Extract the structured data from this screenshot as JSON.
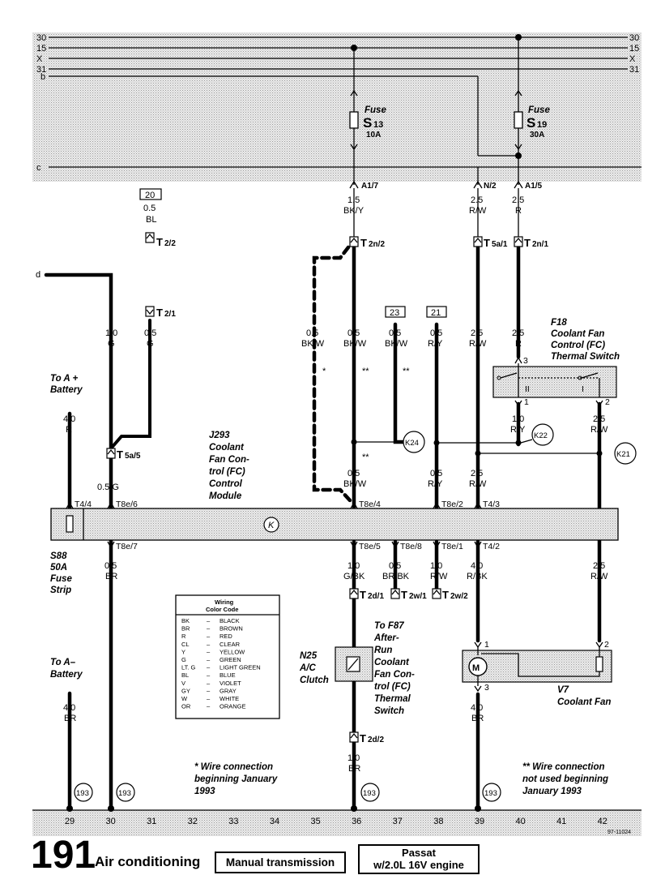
{
  "page": {
    "number": "191",
    "title": "Air conditioning",
    "box1": "Manual transmission",
    "box2_line1": "Passat",
    "box2_line2": "w/2.0L 16V engine",
    "doc_code": "97-11024"
  },
  "bus": {
    "left": [
      "30",
      "15",
      "X",
      "31",
      "b",
      "c"
    ],
    "right": [
      "30",
      "15",
      "X",
      "31"
    ]
  },
  "fuses": {
    "s13": {
      "word": "Fuse",
      "name": "S",
      "sub": "13",
      "rating": "10A"
    },
    "s19": {
      "word": "Fuse",
      "name": "S",
      "sub": "19",
      "rating": "30A"
    }
  },
  "connectors": {
    "a1_7": "A1/7",
    "n_2": "N/2",
    "a1_5": "A1/5",
    "t2_2_main": "T",
    "t2_2_sub": "2/2",
    "t2_1_main": "T",
    "t2_1_sub": "2/1",
    "t2n_2_main": "T",
    "t2n_2_sub": "2n/2",
    "t5a_1_main": "T",
    "t5a_1_sub": "5a/1",
    "t2n_1_main": "T",
    "t2n_1_sub": "2n/1",
    "t5a_5_main": "T",
    "t5a_5_sub": "5a/5",
    "t2d_1_main": "T",
    "t2d_1_sub": "2d/1",
    "t2w_1_main": "T",
    "t2w_1_sub": "2w/1",
    "t2w_2_main": "T",
    "t2w_2_sub": "2w/2",
    "t2d_2_main": "T",
    "t2d_2_sub": "2d/2",
    "t4_4": "T4/4",
    "t8e_6": "T8e/6",
    "t8e_4": "T8e/4",
    "t8e_2": "T8e/2",
    "t4_3": "T4/3",
    "t8e_7": "T8e/7",
    "t8e_5": "T8e/5",
    "t8e_8": "T8e/8",
    "t8e_1": "T8e/1",
    "t4_2": "T4/2"
  },
  "wires": {
    "w20_ref": "20",
    "w20_size": "0.5",
    "w20_color": "BL",
    "wd_size": "1.0",
    "wd_color": "G",
    "w21_size": "0.5",
    "w21_color": "G",
    "wbk_y_size": "1.5",
    "wbk_y_color": "BK/Y",
    "wrw_n_size": "2.5",
    "wrw_n_color": "R/W",
    "wr_size": "2.5",
    "wr_color": "R",
    "dash_size": "0.5",
    "dash_color": "BK/W",
    "dash_note": "*",
    "bkw_size": "0.5",
    "bkw_color": "BK/W",
    "bkw_note": "**",
    "w23_ref": "23",
    "w23_size": "0.5",
    "w23_color": "BK/W",
    "w23_note": "**",
    "w21b_ref": "21",
    "w21b_size": "0.5",
    "w21b_color": "R/Y",
    "rw_mid_size": "2.5",
    "rw_mid_color": "R/W",
    "r_mid_size": "2.5",
    "r_mid_color": "R",
    "ry_f18_size": "1.0",
    "ry_f18_color": "R/Y",
    "rw_f18_size": "2.5",
    "rw_f18_color": "R/W",
    "apos_size": "4.0",
    "apos_color": "R",
    "g05_label": "0.5 G",
    "bkw_low_size": "0.5",
    "bkw_low_color": "BK/W",
    "bkw_low_note": "**",
    "ry_low_size": "0.5",
    "ry_low_color": "R/Y",
    "rw_low_size": "2.5",
    "rw_low_color": "R/W",
    "br_t8e7_size": "0.5",
    "br_t8e7_color": "BR",
    "gbk_size": "1.0",
    "gbk_color": "G/BK",
    "brbk_size": "0.5",
    "brbk_color": "BR/BK",
    "rw_t8e1_size": "1.0",
    "rw_t8e1_color": "R/W",
    "rbk_size": "4.0",
    "rbk_color": "R/BK",
    "rw_v7_size": "2.5",
    "rw_v7_color": "R/W",
    "aneg_size": "4.0",
    "aneg_color": "BR",
    "br_n25_size": "1.0",
    "br_n25_color": "BR",
    "br_v7_size": "4.0",
    "br_v7_color": "BR"
  },
  "labels": {
    "d": "d",
    "to_a_pos_1": "To A +",
    "to_a_pos_2": "Battery",
    "to_a_neg_1": "To A–",
    "to_a_neg_2": "Battery",
    "j293": [
      "J293",
      "Coolant",
      "Fan Con-",
      "trol (FC)",
      "Control",
      "Module"
    ],
    "s88": [
      "S88",
      "50A",
      "Fuse",
      "Strip"
    ],
    "f18": [
      "F18",
      "Coolant Fan",
      "Control (FC)",
      "Thermal Switch"
    ],
    "f87": [
      "To F87",
      "After-",
      "Run",
      "Coolant",
      "Fan Con-",
      "trol (FC)",
      "Thermal",
      "Switch"
    ],
    "n25": [
      "N25",
      "A/C",
      "Clutch"
    ],
    "v7": [
      "V7",
      "Coolant Fan"
    ],
    "note1": [
      "* Wire connection",
      "beginning January",
      "1993"
    ],
    "note2": [
      "** Wire connection",
      "not used beginning",
      "January 1993"
    ],
    "k24": "K24",
    "k22": "K22",
    "k21": "K21",
    "module_symbol": "K",
    "f18_pin3": "3",
    "f18_pin1": "1",
    "f18_pin2": "2",
    "f18_sw1": "II",
    "f18_sw2": "I",
    "v7_pin1": "1",
    "v7_pin2": "2",
    "v7_pin3": "3",
    "v7_motor": "M",
    "ref193_a": "193",
    "ref193_b": "193",
    "ref193_c": "193",
    "ref193_d": "193"
  },
  "legend": {
    "title1": "Wiring",
    "title2": "Color Code",
    "rows": [
      {
        "code": "BK",
        "dash": "–",
        "name": "BLACK"
      },
      {
        "code": "BR",
        "dash": "–",
        "name": "BROWN"
      },
      {
        "code": "R",
        "dash": "–",
        "name": "RED"
      },
      {
        "code": "CL",
        "dash": "–",
        "name": "CLEAR"
      },
      {
        "code": "Y",
        "dash": "–",
        "name": "YELLOW"
      },
      {
        "code": "G",
        "dash": "–",
        "name": "GREEN"
      },
      {
        "code": "LT. G",
        "dash": "–",
        "name": "LIGHT GREEN"
      },
      {
        "code": "BL",
        "dash": "–",
        "name": "BLUE"
      },
      {
        "code": "V",
        "dash": "–",
        "name": "VIOLET"
      },
      {
        "code": "GY",
        "dash": "–",
        "name": "GRAY"
      },
      {
        "code": "W",
        "dash": "–",
        "name": "WHITE"
      },
      {
        "code": "OR",
        "dash": "–",
        "name": "ORANGE"
      }
    ]
  },
  "grid": [
    "29",
    "30",
    "31",
    "32",
    "33",
    "34",
    "35",
    "36",
    "37",
    "38",
    "39",
    "40",
    "41",
    "42"
  ]
}
